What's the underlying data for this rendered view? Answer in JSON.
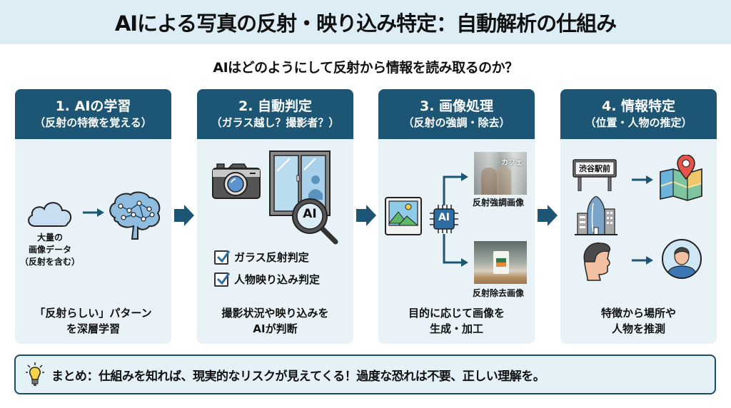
{
  "header": {
    "title": "AIによる写真の反射・映り込み特定：自動解析の仕組み",
    "subtitle": "AIはどのようにして反射から情報を読み取るのか？"
  },
  "steps": [
    {
      "title": "1. AIの学習",
      "subtitle": "（反射の特徴を覚える）",
      "data_label_lines": [
        "大量の",
        "画像データ",
        "（反射を含む）"
      ],
      "footer_lines": [
        "「反射らしい」パターン",
        "を深層学習"
      ],
      "icons": [
        "cloud-icon",
        "arrow-right-icon",
        "brain-circuit-icon"
      ]
    },
    {
      "title": "2. 自動判定",
      "subtitle": "（ガラス越し？撮影者？）",
      "checks": [
        "ガラス反射判定",
        "人物映り込み判定"
      ],
      "magnifier_label": "AI",
      "footer_lines": [
        "撮影状況や映り込みを",
        "AIが判断"
      ],
      "icons": [
        "camera-icon",
        "window-icon",
        "magnifier-ai-icon",
        "checkbox-checked-icon"
      ]
    },
    {
      "title": "3. 画像処理",
      "subtitle": "（反射の強調・除去）",
      "chip_label": "AI",
      "enhanced_image_caption": "カフェ",
      "enhanced_label": "反射強調画像",
      "removed_label": "反射除去画像",
      "footer_lines": [
        "目的に応じて画像を",
        "生成・加工"
      ],
      "icons": [
        "image-icon",
        "ai-chip-icon",
        "elbow-arrow-icon"
      ]
    },
    {
      "title": "4. 情報特定",
      "subtitle": "（位置・人物の推定）",
      "sign_label": "渋谷駅前",
      "footer_lines": [
        "特徴から場所や",
        "人物を推測"
      ],
      "icons": [
        "station-sign-icon",
        "map-pin-icon",
        "building-icon",
        "person-profile-icon",
        "user-avatar-icon"
      ]
    }
  ],
  "summary": {
    "text": "まとめ：仕組みを知れば、現実的なリスクが見えてくる！過度な恐れは不要、正しい理解を。",
    "icon": "lightbulb-icon"
  },
  "colors": {
    "header_bg": "#dcedf5",
    "panel_head": "#1d5675",
    "panel_body": "#e9f3f7",
    "arrow": "#1d5675",
    "summary_border": "#1d4c63"
  }
}
